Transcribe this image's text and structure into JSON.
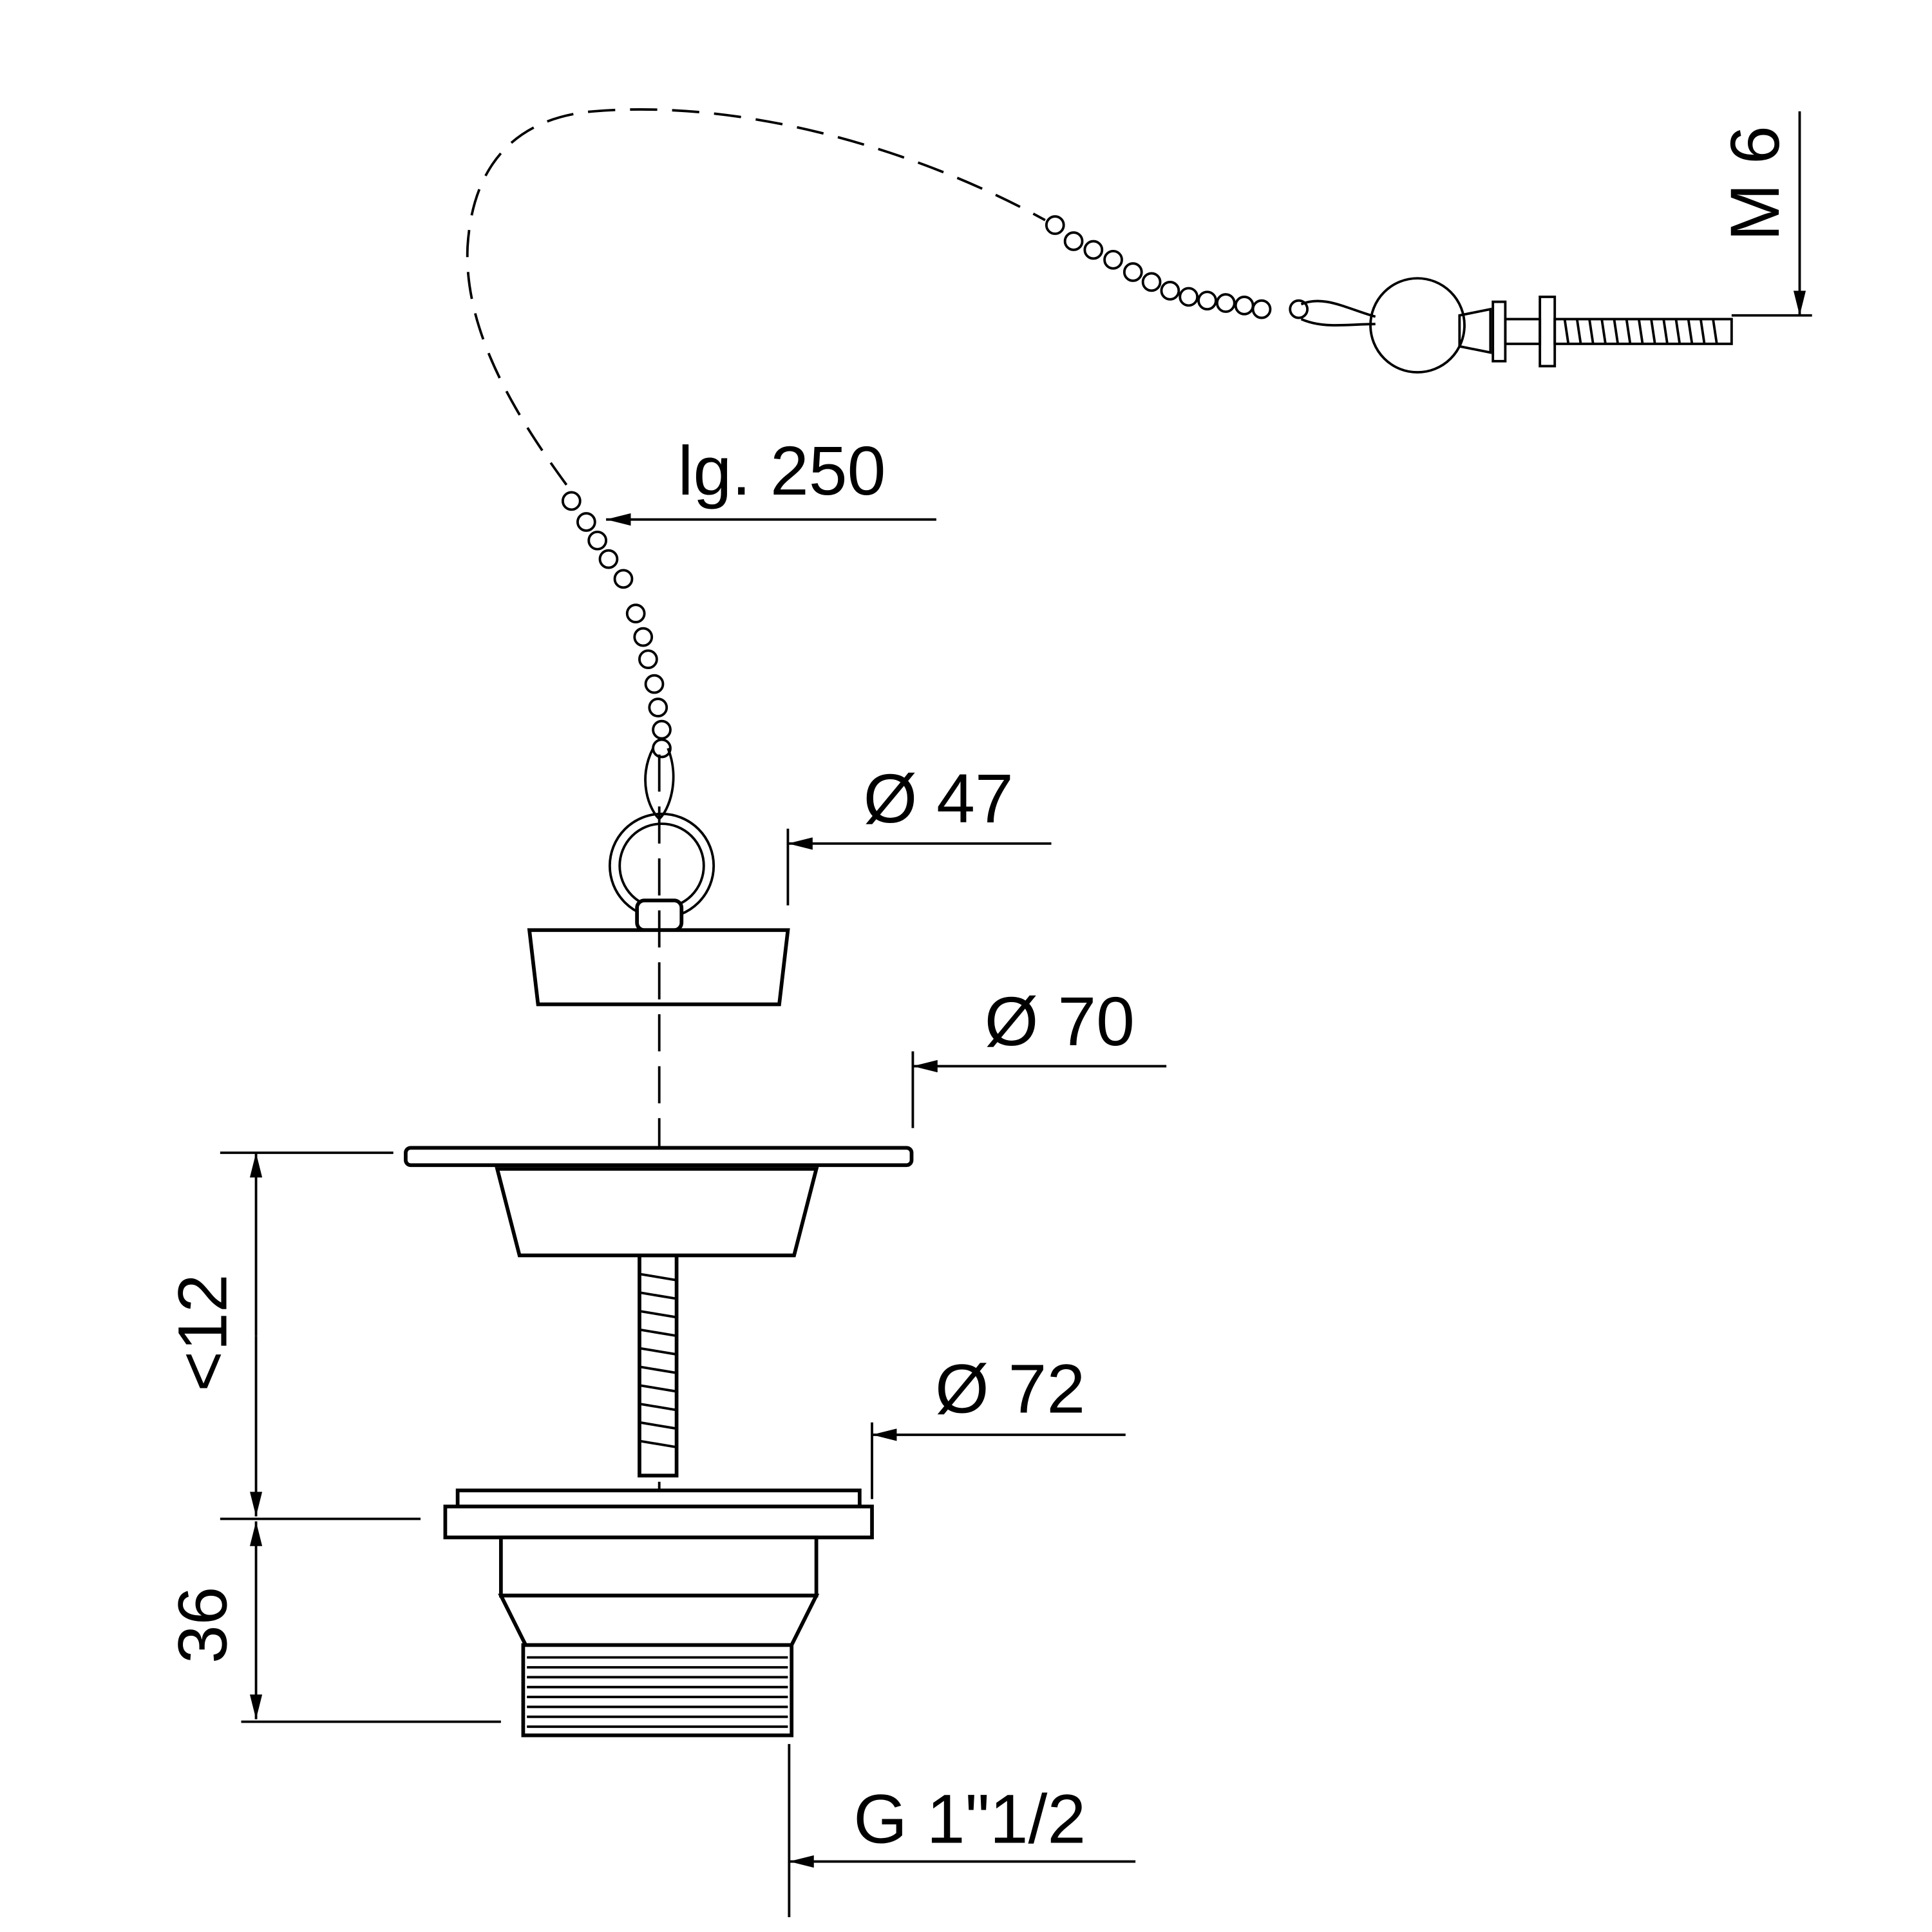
{
  "drawing": {
    "labels": {
      "thread_bolt": "M 6",
      "chain_length": "lg. 250",
      "plug_diameter": "Ø 47",
      "strainer_diameter": "Ø 70",
      "flange_diameter": "Ø 72",
      "max_thickness": "<12",
      "body_height": "36",
      "outlet_thread": "G 1\"1/2"
    },
    "colors": {
      "line": "#000000",
      "background": "#ffffff"
    }
  }
}
